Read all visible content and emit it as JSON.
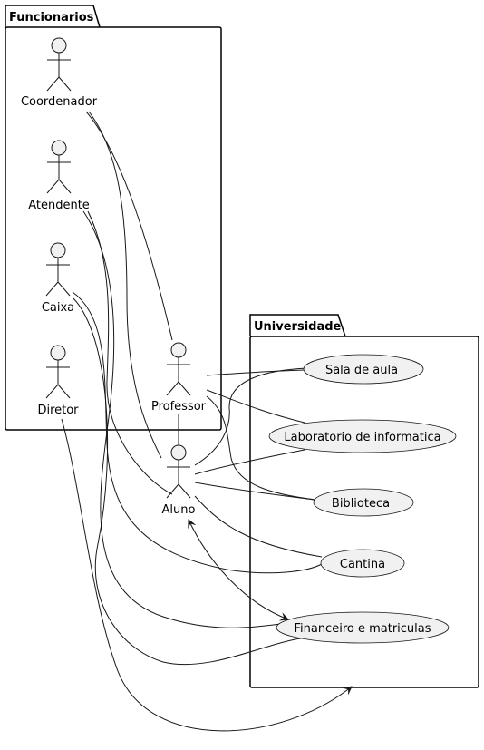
{
  "packages": {
    "funcionarios": "Funcionarios",
    "universidade": "Universidade"
  },
  "actors": {
    "coordenador": "Coordenador",
    "atendente": "Atendente",
    "caixa": "Caixa",
    "diretor": "Diretor",
    "professor": "Professor",
    "aluno": "Aluno"
  },
  "usecases": {
    "sala": "Sala de aula",
    "laboratorio": "Laboratorio de informatica",
    "biblioteca": "Biblioteca",
    "cantina": "Cantina",
    "financeiro": "Financeiro e matriculas"
  },
  "colors": {
    "element_fill": "#f1f1f1",
    "stroke": "#181818",
    "background": "#ffffff"
  }
}
